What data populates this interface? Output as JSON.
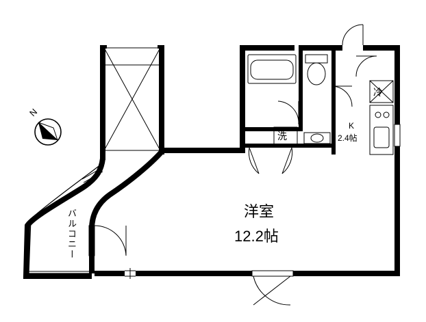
{
  "rooms": {
    "main": {
      "name": "洋室",
      "size": "12.2帖"
    },
    "kitchen": {
      "name": "K",
      "size": "2.4帖"
    },
    "balcony": {
      "name": "バルコニー"
    }
  },
  "fixtures": {
    "fridge": "冷",
    "washer": "洗"
  },
  "compass": {
    "label": "N"
  }
}
